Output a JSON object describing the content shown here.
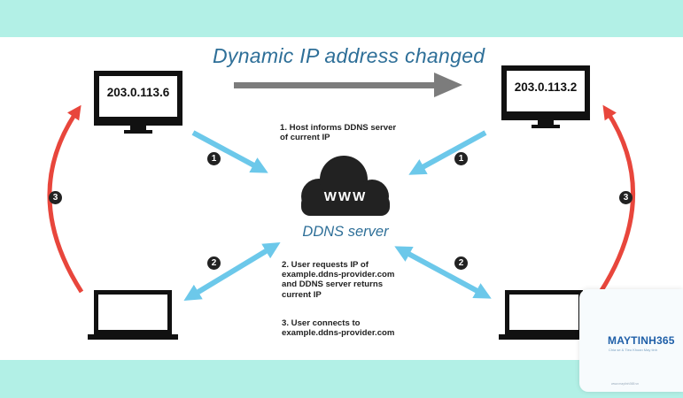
{
  "title": "Dynamic IP address changed",
  "old_ip": "203.0.113.6",
  "new_ip": "203.0.113.2",
  "cloud_text": "WWW",
  "server_label": "DDNS server",
  "step1_note": "1. Host informs DDNS server\nof current IP",
  "step2_note": "2. User requests IP of\nexample.ddns-provider.com\nand DDNS server returns\ncurrent IP",
  "step3_note": "3. User connects to\nexample.ddns-provider.com",
  "badges": {
    "one": "1",
    "two": "2",
    "three": "3"
  },
  "colors": {
    "blue_arrow": "#6cc8ea",
    "red_arrow": "#e8463c",
    "gray_arrow": "#7c7c7c",
    "title_blue": "#2e6f98",
    "background_band": "#b2f0e6"
  },
  "watermark": {
    "brand": "MAYTINH365",
    "tagline": "Chia se & Tieu Khoan May tinh",
    "url": "www.maytinh365.vn"
  }
}
